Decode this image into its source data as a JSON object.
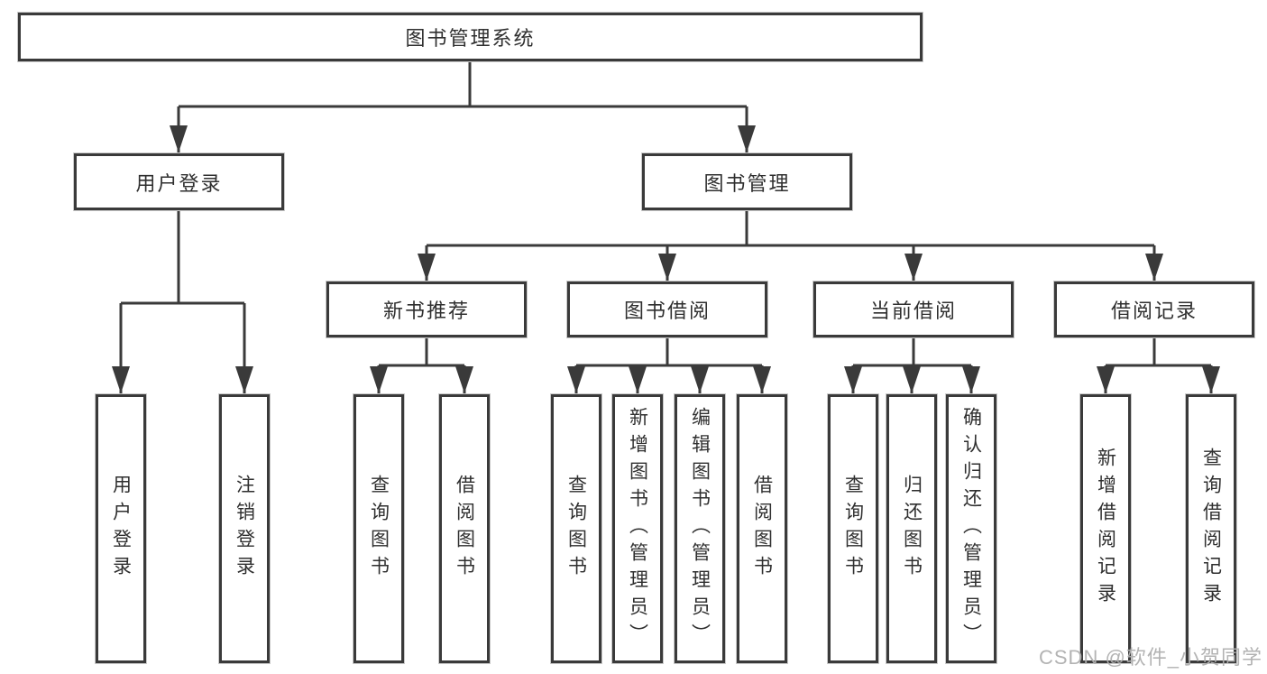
{
  "diagram": {
    "title": "图书管理系统",
    "user_login": {
      "label": "用户登录",
      "children": [
        "用户登录",
        "注销登录"
      ]
    },
    "book_management": {
      "label": "图书管理",
      "groups": [
        {
          "label": "新书推荐",
          "children": [
            "查询图书",
            "借阅图书"
          ]
        },
        {
          "label": "图书借阅",
          "children": [
            "查询图书",
            "新增图书（管理员）",
            "编辑图书（管理员）",
            "借阅图书"
          ]
        },
        {
          "label": "当前借阅",
          "children": [
            "查询图书",
            "归还图书",
            "确认归还（管理员）"
          ]
        },
        {
          "label": "借阅记录",
          "children": [
            "新增借阅记录",
            "查询借阅记录"
          ]
        }
      ]
    },
    "colors": {
      "line": "#3a3a3a",
      "box_border": "#3a3a3a",
      "text": "#2f2f2f",
      "watermark": "#afafaf"
    }
  },
  "watermark": "CSDN @软件_小贺同学"
}
